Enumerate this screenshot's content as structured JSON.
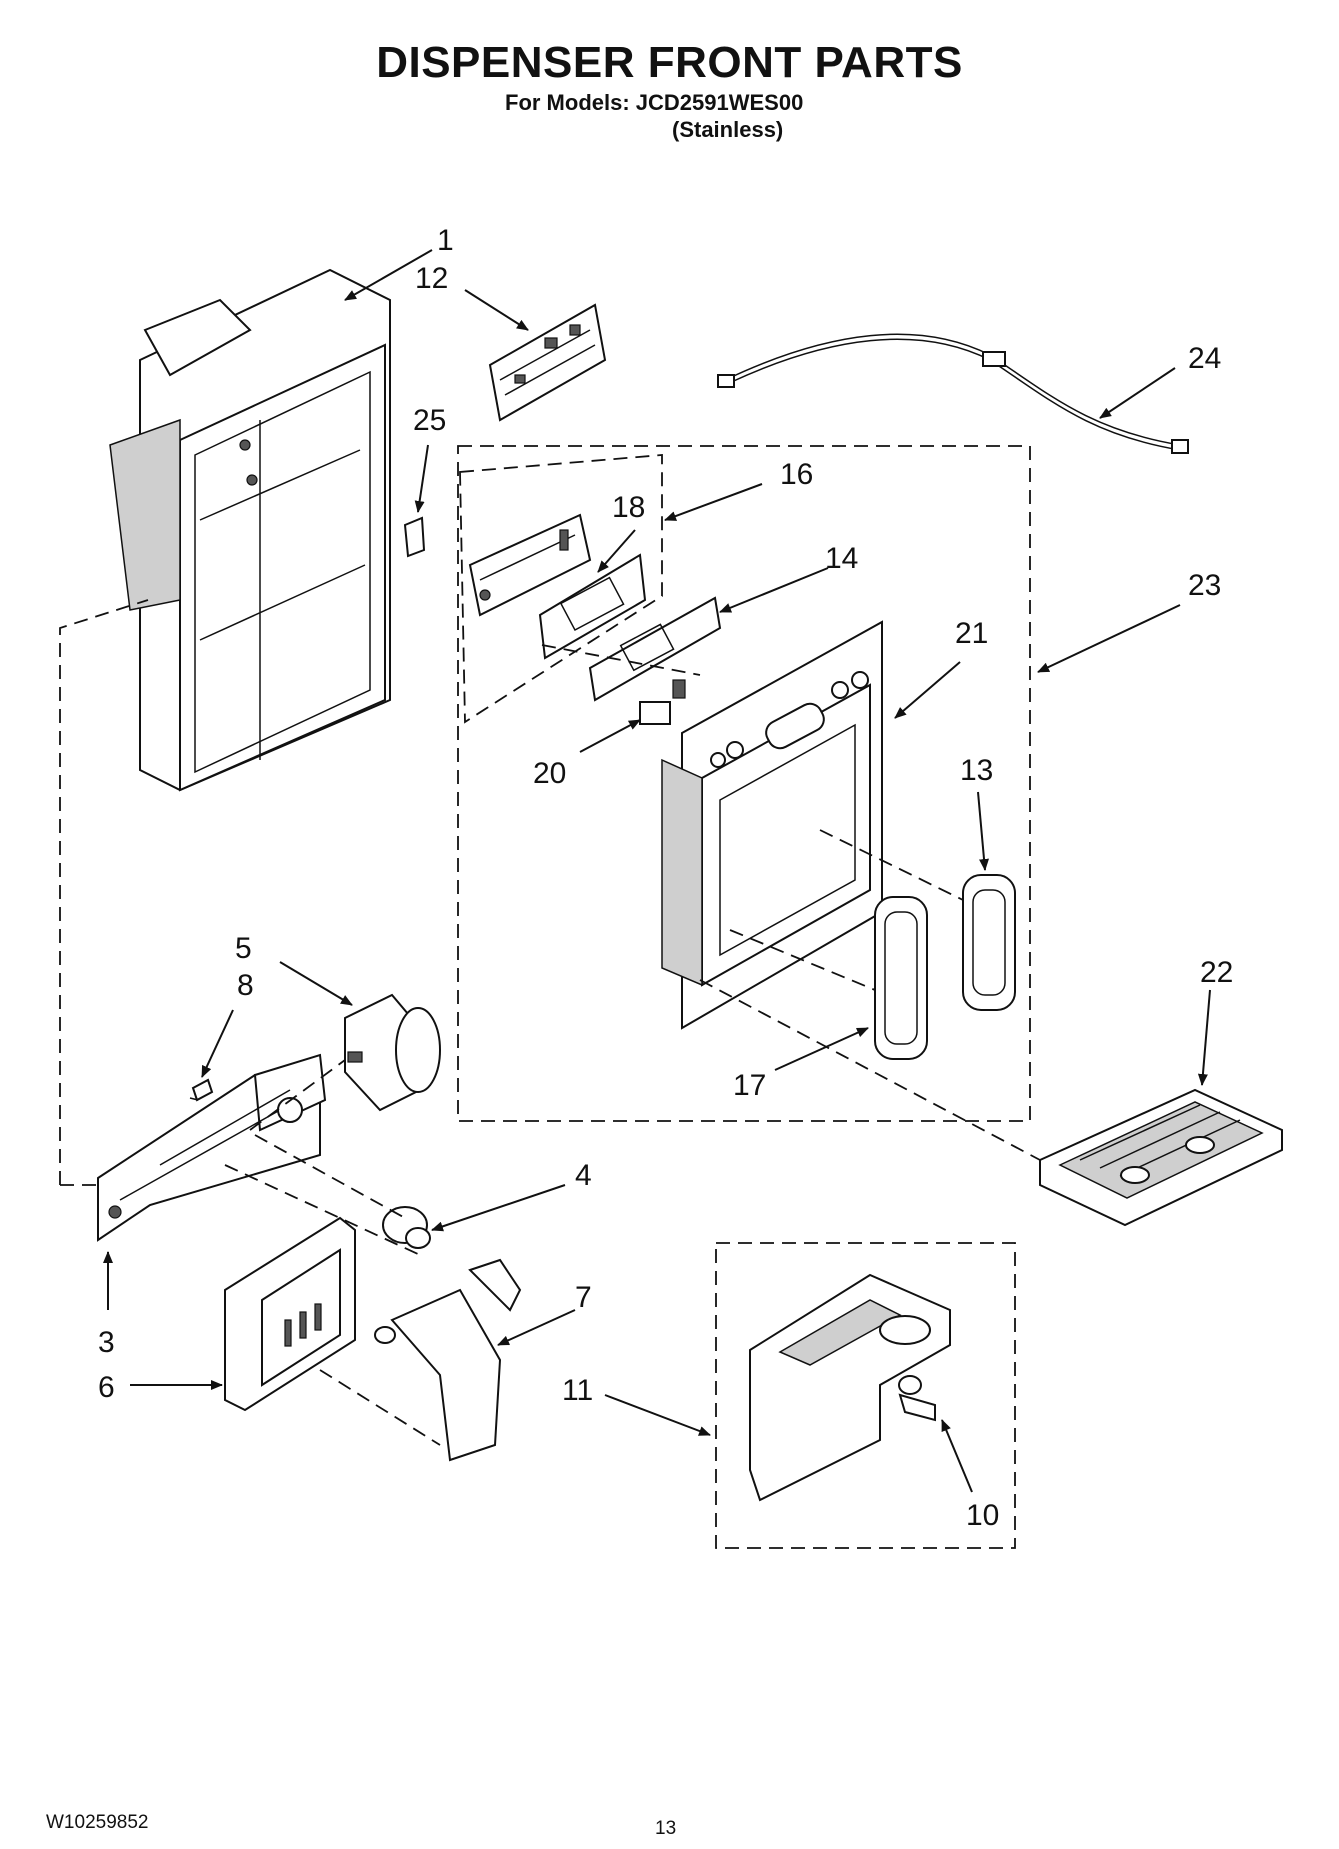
{
  "header": {
    "title": "DISPENSER FRONT PARTS",
    "models_line": "For Models: JCD2591WES00",
    "finish_line": "(Stainless)"
  },
  "callouts": {
    "c1": "1",
    "c3": "3",
    "c4": "4",
    "c5": "5",
    "c6": "6",
    "c7": "7",
    "c8": "8",
    "c10": "10",
    "c11": "11",
    "c12": "12",
    "c13": "13",
    "c14": "14",
    "c16": "16",
    "c17": "17",
    "c18": "18",
    "c20": "20",
    "c21": "21",
    "c22": "22",
    "c23": "23",
    "c24": "24",
    "c25": "25"
  },
  "footer": {
    "doc_number": "W10259852",
    "page_number": "13"
  }
}
